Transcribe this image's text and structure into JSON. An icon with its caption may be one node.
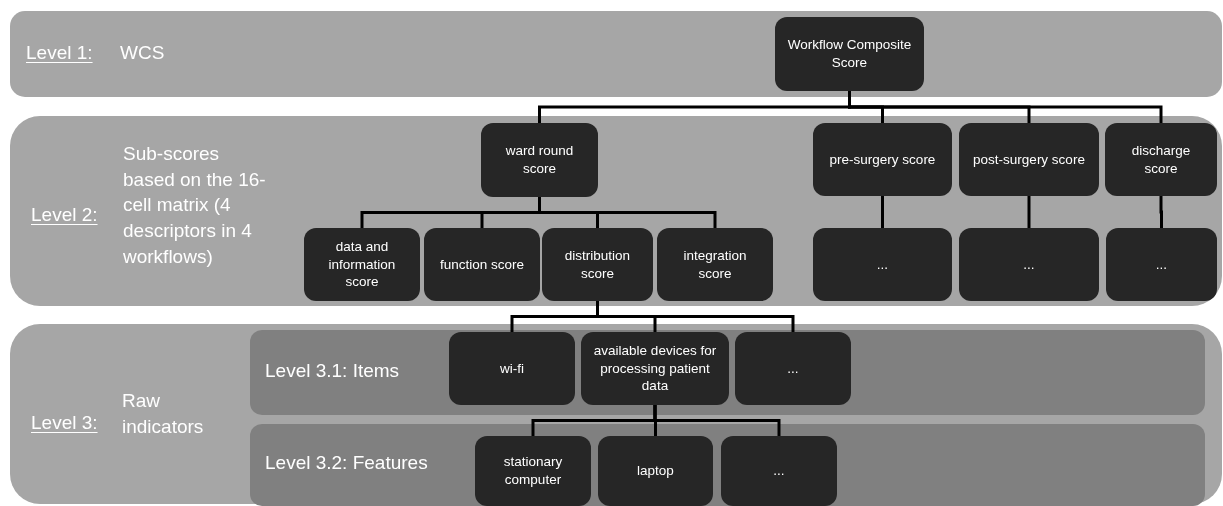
{
  "diagram": {
    "nodes": [
      {
        "text": [
          "Level 1:",
          "WCS"
        ]
      },
      {
        "text": [
          "Workflow Composite Score"
        ],
        "in": 0
      },
      {
        "text": [
          "Level 2:",
          "Sub-scores based on the 16-cell matrix (4 descriptors in 4 workflows)"
        ]
      },
      {
        "text": [
          "ward round score"
        ],
        "in": 2
      },
      {
        "text": [
          "pre-surgery score"
        ],
        "in": 2
      },
      {
        "text": [
          "post-surgery score"
        ],
        "in": 2
      },
      {
        "text": [
          "discharge score"
        ],
        "in": 2
      },
      {
        "text": [
          "data and information score"
        ],
        "in": 2
      },
      {
        "text": [
          "function score"
        ],
        "in": 2
      },
      {
        "text": [
          "distribution score"
        ],
        "in": 2
      },
      {
        "text": [
          "integration score"
        ],
        "in": 2
      },
      {
        "text": [
          "..."
        ],
        "in": 2
      },
      {
        "text": [
          "..."
        ],
        "in": 2
      },
      {
        "text": [
          "..."
        ],
        "in": 2
      },
      {
        "text": [
          "Level 3:",
          "Raw indicators"
        ]
      },
      {
        "text": [
          "Level 3.1: Items"
        ],
        "in": 14
      },
      {
        "text": [
          "wi-fi"
        ],
        "in": 15
      },
      {
        "text": [
          "available devices for processing patient data"
        ],
        "in": 15
      },
      {
        "text": [
          "..."
        ],
        "in": 15
      },
      {
        "text": [
          "Level 3.2: Features"
        ],
        "in": 14
      },
      {
        "text": [
          "stationary computer"
        ],
        "in": 19
      },
      {
        "text": [
          "laptop"
        ],
        "in": 19
      },
      {
        "text": [
          "..."
        ],
        "in": 19
      }
    ],
    "edges": [
      {
        "from": 1,
        "to": 3,
        "arrow": "none"
      },
      {
        "from": 1,
        "to": 4,
        "arrow": "none"
      },
      {
        "from": 1,
        "to": 5,
        "arrow": "none"
      },
      {
        "from": 1,
        "to": 6,
        "arrow": "none"
      },
      {
        "from": 3,
        "to": 7,
        "arrow": "none"
      },
      {
        "from": 3,
        "to": 8,
        "arrow": "none"
      },
      {
        "from": 3,
        "to": 9,
        "arrow": "none"
      },
      {
        "from": 3,
        "to": 10,
        "arrow": "none"
      },
      {
        "from": 4,
        "to": 11,
        "arrow": "none"
      },
      {
        "from": 5,
        "to": 12,
        "arrow": "none"
      },
      {
        "from": 6,
        "to": 13,
        "arrow": "none"
      },
      {
        "from": 9,
        "to": 16,
        "arrow": "none"
      },
      {
        "from": 9,
        "to": 17,
        "arrow": "none"
      },
      {
        "from": 9,
        "to": 18,
        "arrow": "none"
      },
      {
        "from": 17,
        "to": 20,
        "arrow": "none"
      },
      {
        "from": 17,
        "to": 21,
        "arrow": "none"
      },
      {
        "from": 17,
        "to": 22,
        "arrow": "none"
      }
    ]
  }
}
